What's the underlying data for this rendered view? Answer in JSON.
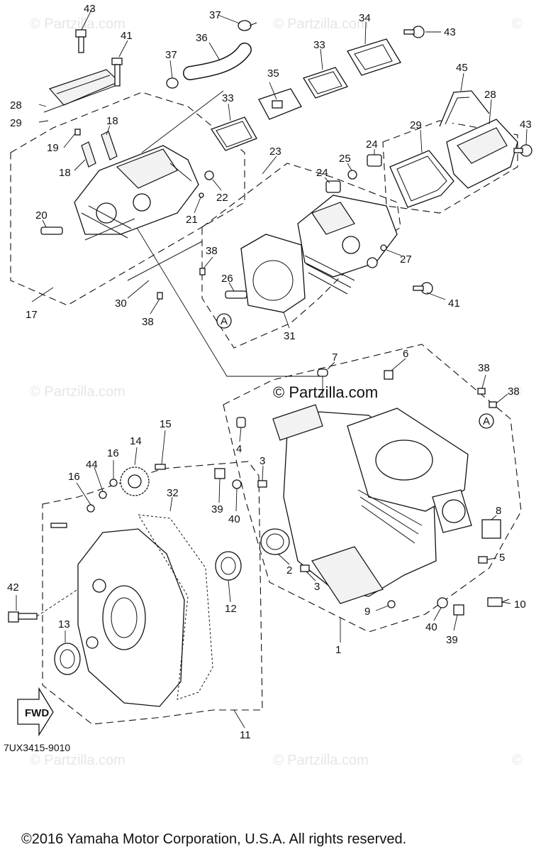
{
  "watermark": {
    "main": "© Partzilla.com",
    "faint": "© Partzilla.com"
  },
  "diagram_code": "7UX3415-9010",
  "fwd_label": "FWD",
  "ref_letter": "A",
  "copyright": "©2016  Yamaha Motor Corporation, U.S.A. All rights reserved.",
  "callouts": [
    "1",
    "2",
    "3",
    "4",
    "5",
    "6",
    "7",
    "8",
    "9",
    "10",
    "11",
    "12",
    "13",
    "14",
    "15",
    "16",
    "17",
    "18",
    "19",
    "20",
    "21",
    "22",
    "23",
    "24",
    "25",
    "26",
    "27",
    "28",
    "29",
    "30",
    "31",
    "32",
    "33",
    "34",
    "35",
    "36",
    "37",
    "38",
    "39",
    "40",
    "41",
    "42",
    "43",
    "44",
    "45"
  ]
}
